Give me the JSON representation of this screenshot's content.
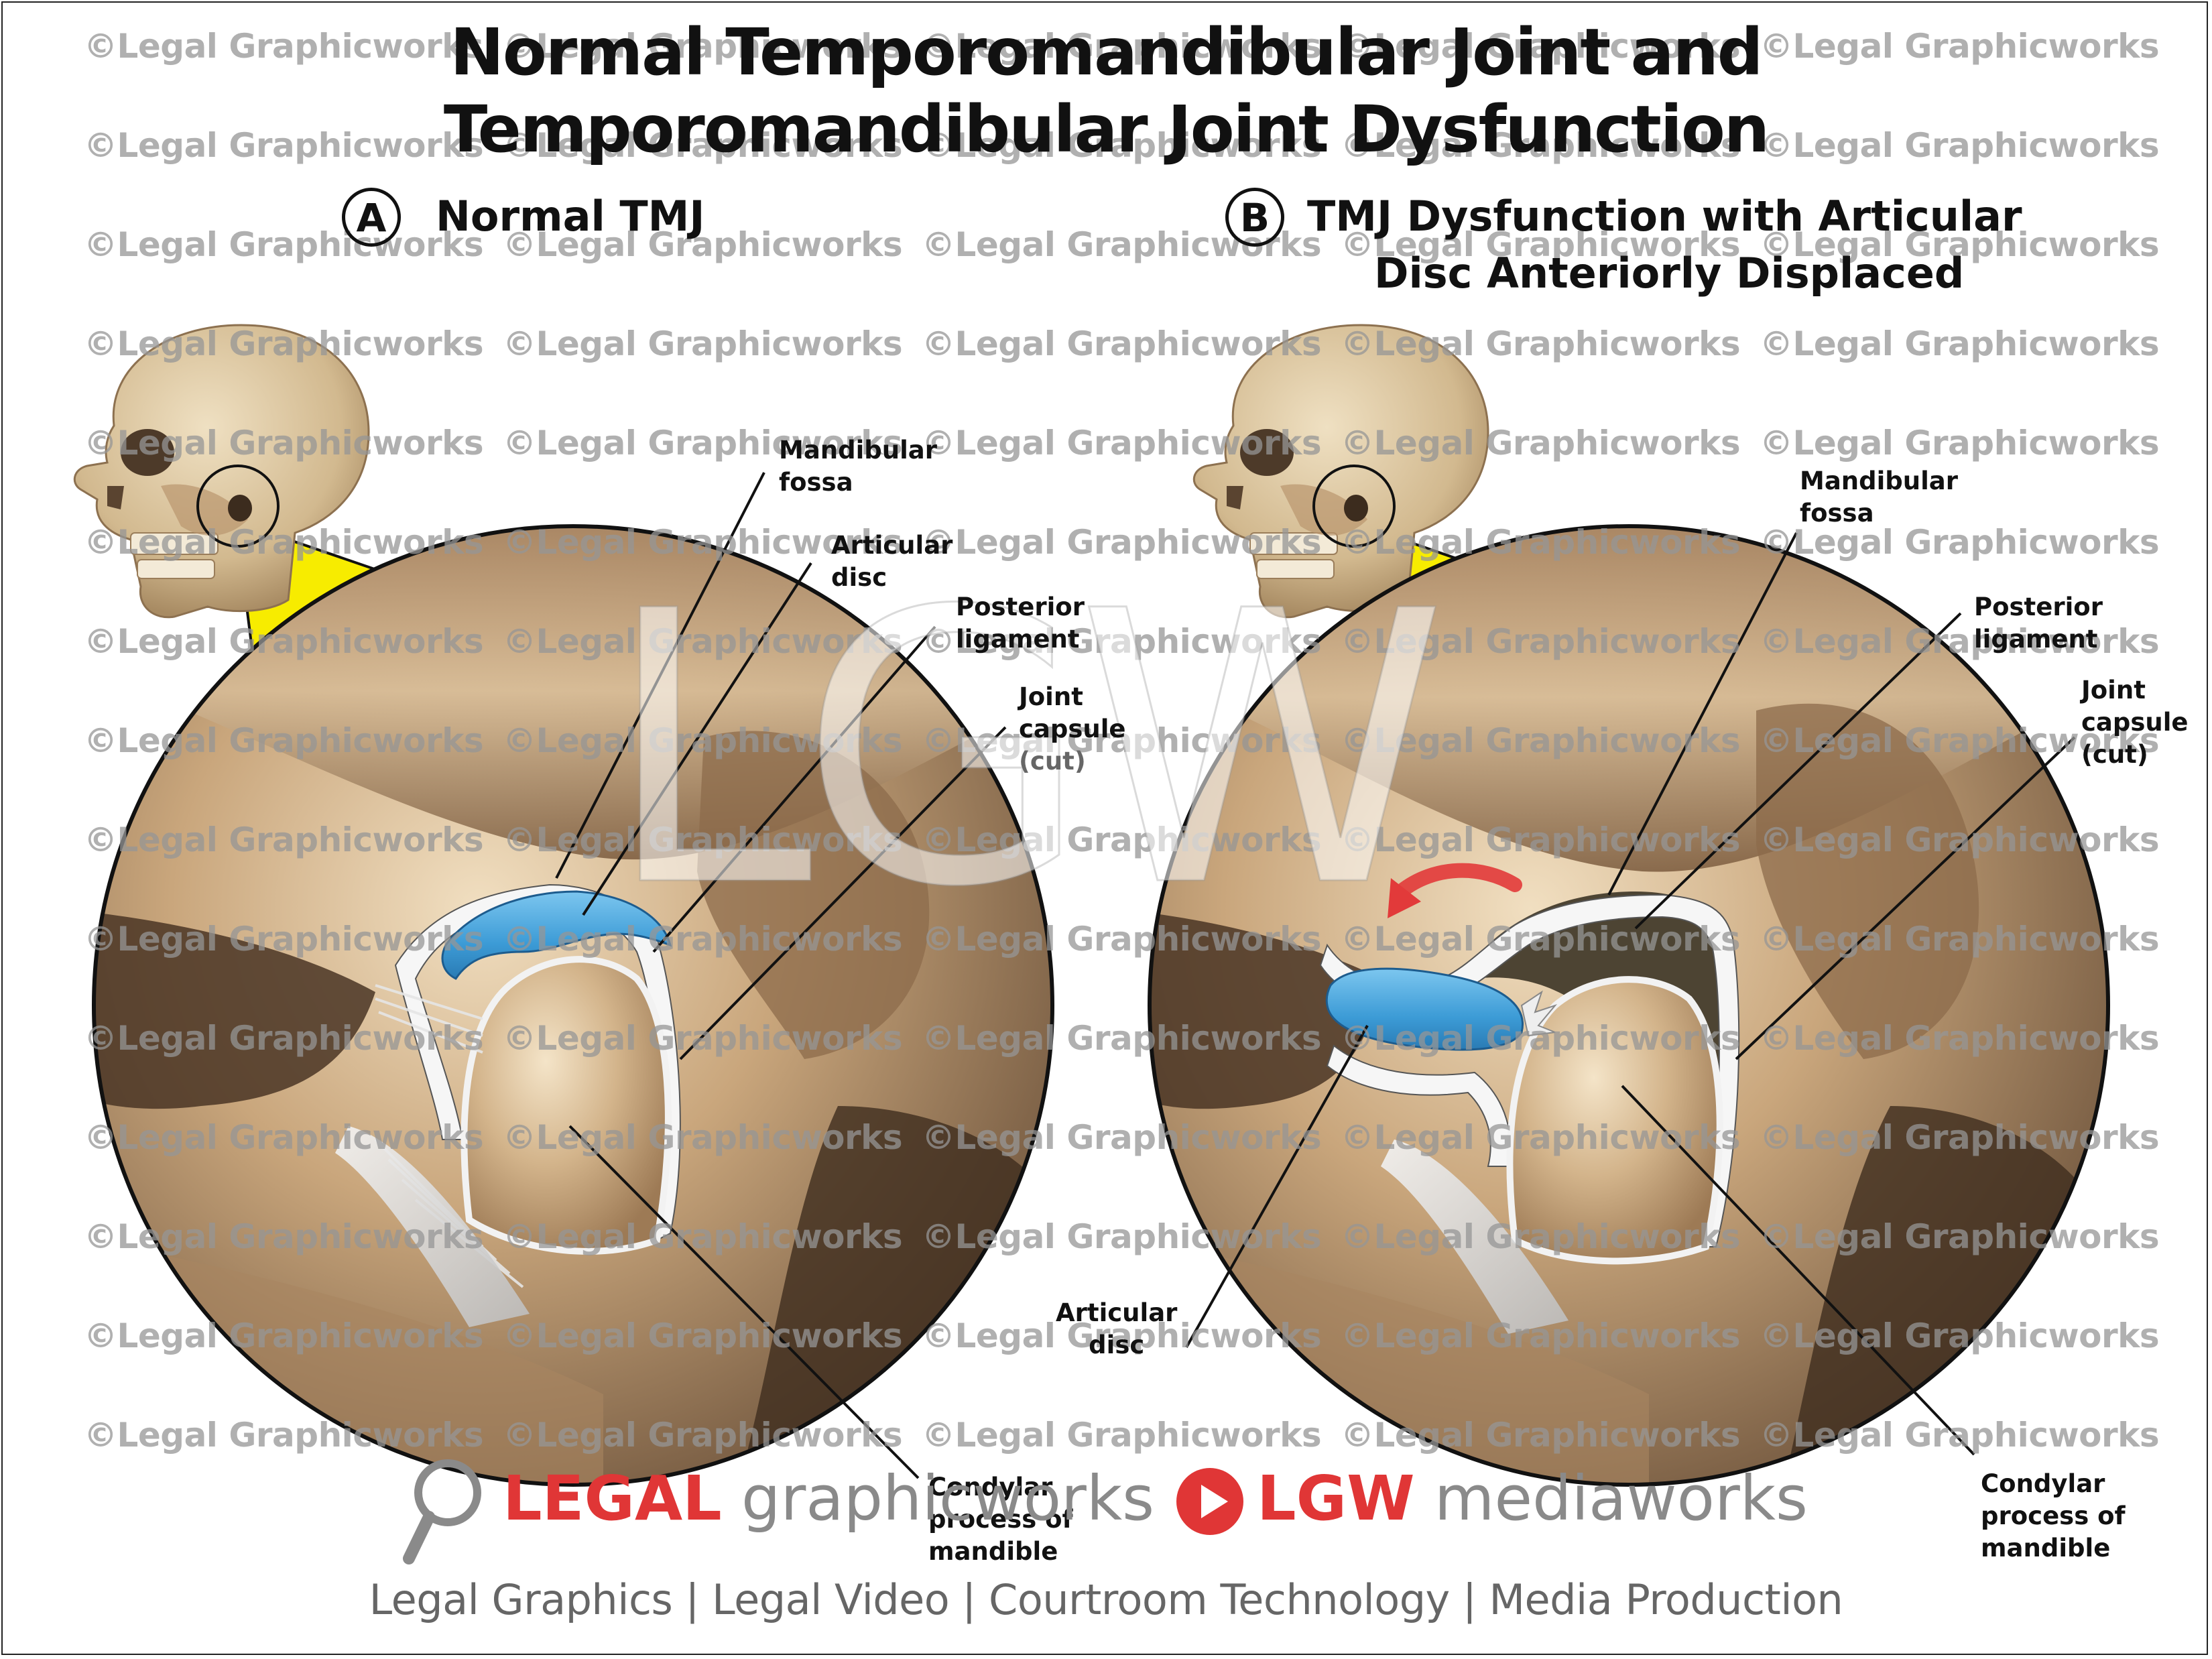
{
  "title": {
    "line1": "Normal Temporomandibular Joint and",
    "line2": "Temporomandibular Joint Dysfunction"
  },
  "panel_a": {
    "letter": "A",
    "heading": "Normal TMJ",
    "labels": {
      "mandibular_fossa": [
        "Mandibular",
        "fossa"
      ],
      "articular_disc": [
        "Articular",
        "disc"
      ],
      "posterior_ligament": [
        "Posterior",
        "ligament"
      ],
      "joint_capsule": [
        "Joint",
        "capsule"
      ],
      "joint_capsule_note": "(cut)",
      "condylar_process": [
        "Condylar",
        "process of",
        "mandible"
      ]
    }
  },
  "panel_b": {
    "letter": "B",
    "heading_line1": "TMJ Dysfunction with Articular",
    "heading_line2": "Disc Anteriorly Displaced",
    "labels": {
      "mandibular_fossa": [
        "Mandibular",
        "fossa"
      ],
      "posterior_ligament": [
        "Posterior",
        "ligament"
      ],
      "joint_capsule": [
        "Joint",
        "capsule",
        "(cut)"
      ],
      "articular_disc": [
        "Articular",
        "disc"
      ],
      "condylar_process": [
        "Condylar",
        "process of",
        "mandible"
      ]
    }
  },
  "watermark": {
    "text": "©Legal Graphicworks",
    "logo_text": "LGW"
  },
  "footer": {
    "brand1_red": "LEGAL",
    "brand1_gray": " graphicworks",
    "brand2_red": "LGW",
    "brand2_gray": " mediaworks",
    "tagline": "Legal Graphics | Legal Video | Courtroom Technology | Media Production"
  },
  "colors": {
    "bone": "#c8a77e",
    "bone_light": "#e7d2b0",
    "bone_dark": "#5a4430",
    "disc_blue": "#4aa6dc",
    "callout_yellow": "#f7ec00",
    "brand_red": "#e03636",
    "brand_gray": "#8a8a8a",
    "arrow_red": "#e23a3a"
  },
  "icons": {
    "magnifier": "magnifier-icon",
    "play": "play-icon"
  }
}
